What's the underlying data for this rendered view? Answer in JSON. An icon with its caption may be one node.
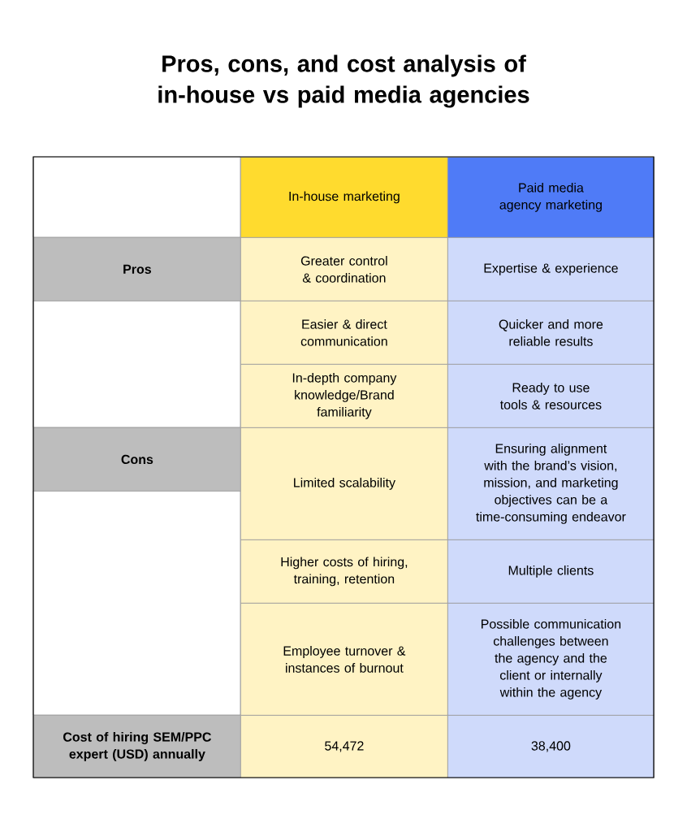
{
  "diagram": {
    "title": "Pros, cons, and cost analysis of in-house vs paid media agencies",
    "labels": [
      "In-house marketing",
      "Paid media agency marketing",
      "Pros",
      "Greater control & coordination",
      "Expertise & experience",
      "Easier & direct communication",
      "Quicker and more reliable results",
      "In-depth company knowledge/Brand familiarity",
      "Ready to use tools & resources",
      "Cons",
      "Limited scalability",
      "Ensuring alignment with the brand’s vision, mission, and marketing objectives can be a time-consuming endeavor",
      "Higher costs of hiring, training, retention",
      "Multiple clients",
      "Employee turnover & instances of burnout",
      "Possible communication challenges between the agency and the client or internally within the agency",
      "Cost of hiring SEM/PPC expert (USD) annually",
      "54,472",
      "38,400"
    ]
  }
}
